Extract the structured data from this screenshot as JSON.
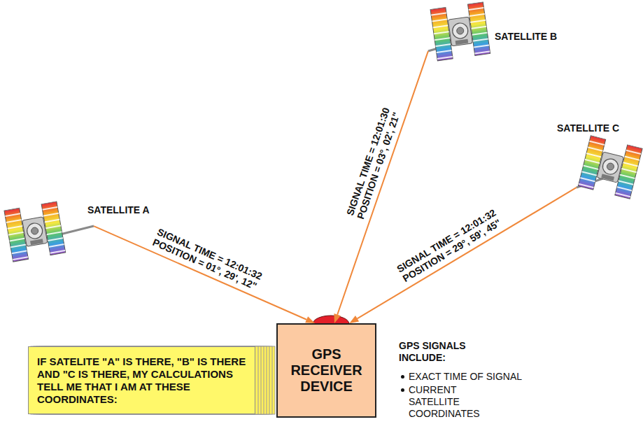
{
  "diagram": {
    "nodes": [
      {
        "text": [
          "SATELLITE A"
        ]
      },
      {
        "text": [
          "SATELLITE B"
        ]
      },
      {
        "text": [
          "SATELLITE C"
        ]
      },
      {
        "text": [
          "IF SATELITE \"A\" IS THERE, \"B\" IS THERE AND \"C IS THERE, MY CALCULATIONS TELL ME THAT I AM AT THESE COORDINATES:"
        ]
      },
      {
        "text": [
          "GPS RECEIVER DEVICE"
        ]
      }
    ],
    "edges": [
      {
        "from": 0,
        "to": 4,
        "arrow": "to",
        "label": "SIGNAL TIME = 12:01:32 POSITION = 01°, 29', 12\""
      },
      {
        "from": 1,
        "to": 4,
        "arrow": "to",
        "label": "SIGNAL TIME = 12:01:30 POSITION = 03°, 02', 21\""
      },
      {
        "from": 2,
        "to": 4,
        "arrow": "to",
        "label": "SIGNAL TIME = 12:01:32 POSITION = 29°, 59', 45\""
      }
    ],
    "labels": [
      "GPS SIGNALS INCLUDE:",
      "EXACT TIME OF SIGNAL",
      "CURRENT SATELLITE COORDINATES"
    ]
  }
}
